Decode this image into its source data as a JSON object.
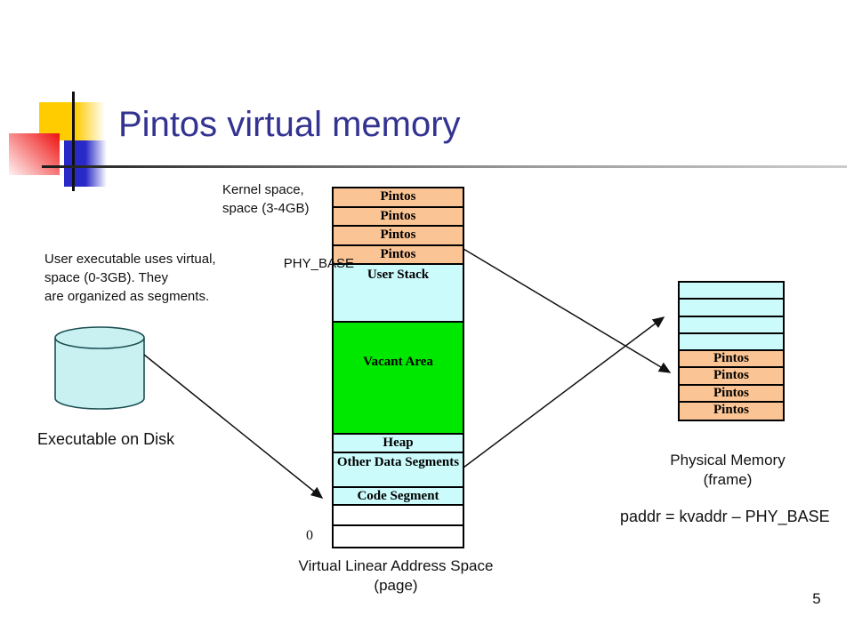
{
  "slide": {
    "title": "Pintos virtual memory",
    "page_number": "5"
  },
  "colors": {
    "title_color": "#333391",
    "accent_yellow": "#FFCC00",
    "accent_red": "#EE1111",
    "accent_blue": "#2929C8",
    "kernel_color": "#FAC494",
    "user_color": "#CCFBFB",
    "vacant_color": "#00E800",
    "disk_fill": "#C9F1F2"
  },
  "annotations": {
    "kernel_note": "Kernel space,\nspace (3-4GB)",
    "user_note": "User executable uses virtual,\nspace (0-3GB). They\nare organized as segments.",
    "phy_base_label": "PHY_BASE",
    "zero_label": "0",
    "disk_label": "Executable on Disk",
    "vla_caption": "Virtual Linear Address Space\n(page)",
    "phys_caption": "Physical Memory\n(frame)",
    "formula": "paddr = kvaddr – PHY_BASE"
  },
  "virtual_stack": {
    "rows": [
      {
        "kind": "kernel",
        "label": "Pintos"
      },
      {
        "kind": "kernel",
        "label": "Pintos"
      },
      {
        "kind": "kernel",
        "label": "Pintos"
      },
      {
        "kind": "kernel",
        "label": "Pintos"
      },
      {
        "kind": "userstack",
        "label": "User Stack"
      },
      {
        "kind": "vacant",
        "label": "Vacant Area"
      },
      {
        "kind": "heap",
        "label": "Heap"
      },
      {
        "kind": "otherdata",
        "label": "Other Data Segments"
      },
      {
        "kind": "code",
        "label": "Code Segment"
      },
      {
        "kind": "empty",
        "label": ""
      },
      {
        "kind": "empty",
        "label": ""
      }
    ]
  },
  "physical_stack": {
    "rows": [
      {
        "kind": "pframe",
        "label": ""
      },
      {
        "kind": "pframe",
        "label": ""
      },
      {
        "kind": "pframe",
        "label": ""
      },
      {
        "kind": "pframe",
        "label": ""
      },
      {
        "kind": "pkernel",
        "label": "Pintos"
      },
      {
        "kind": "pkernel",
        "label": "Pintos"
      },
      {
        "kind": "pkernel",
        "label": "Pintos"
      },
      {
        "kind": "pkernel",
        "label": "Pintos"
      }
    ]
  }
}
